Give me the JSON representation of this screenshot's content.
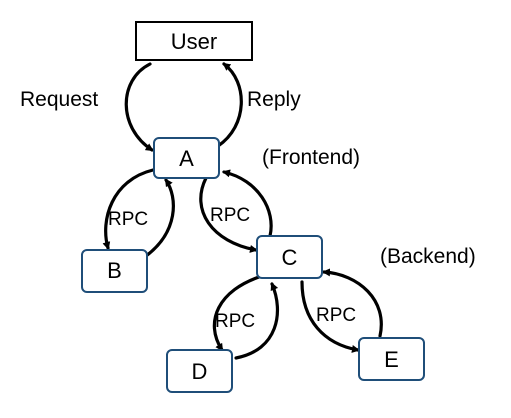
{
  "diagram": {
    "nodes": {
      "user": "User",
      "a": "A",
      "b": "B",
      "c": "C",
      "d": "D",
      "e": "E"
    },
    "labels": {
      "request": "Request",
      "reply": "Reply",
      "frontend": "(Frontend)",
      "backend": "(Backend)",
      "rpc_ab": "RPC",
      "rpc_ac": "RPC",
      "rpc_cd": "RPC",
      "rpc_ce": "RPC"
    },
    "colors": {
      "node_border": "#1f4e79",
      "user_border": "#000000",
      "arrow": "#000000"
    }
  }
}
